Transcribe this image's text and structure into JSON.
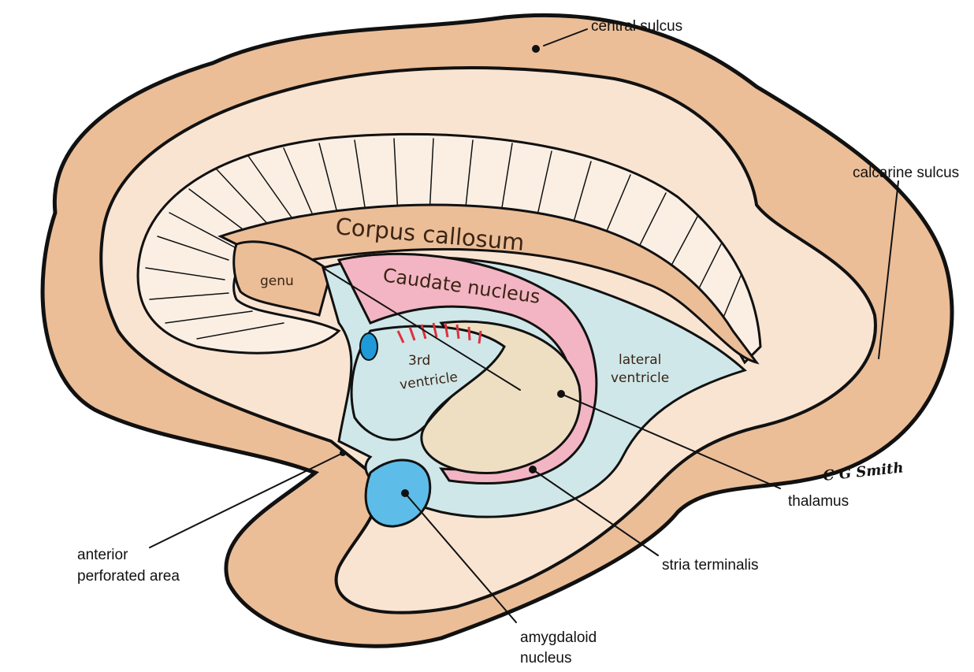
{
  "title": "Medial view of brain: corpus callosum, caudate nucleus, thalamus, ventricles",
  "labels": {
    "central_sulcus": "central sulcus",
    "calcarine_sulcus": "calcarine sulcus",
    "corpus_callosum": "Corpus callosum",
    "genu": "genu",
    "caudate_nucleus": "Caudate nucleus",
    "third_ventricle_1": "3rd",
    "third_ventricle_2": "ventricle",
    "lateral_ventricle_1": "lateral",
    "lateral_ventricle_2": "ventricle",
    "thalamus": "thalamus",
    "stria_terminalis": "stria terminalis",
    "amygdaloid_1": "amygdaloid",
    "amygdaloid_2": "nucleus",
    "anterior_perforated_1": "anterior",
    "anterior_perforated_2": "perforated area"
  },
  "signature": "C G Smith",
  "colors": {
    "cortex": "#EBBE98",
    "white_matter": "#F9E4D2",
    "caudate": "#F3B5C3",
    "ventricle": "#CFE7E9",
    "thalamus": "#EEDFC3",
    "amygdala": "#5DBDE8",
    "blue_spot": "#1F9AD8",
    "red_fibers": "#E0303A"
  }
}
